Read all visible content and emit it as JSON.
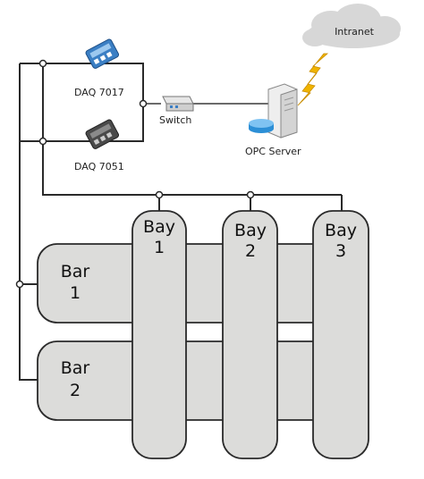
{
  "devices": {
    "daq_top": "DAQ 7017",
    "daq_bottom": "DAQ 7051",
    "switch": "Switch",
    "server": "OPC Server",
    "cloud": "Intranet"
  },
  "bays": [
    {
      "line1": "Bay",
      "line2": "1"
    },
    {
      "line1": "Bay",
      "line2": "2"
    },
    {
      "line1": "Bay",
      "line2": "3"
    }
  ],
  "bars": [
    {
      "line1": "Bar",
      "line2": "1"
    },
    {
      "line1": "Bar",
      "line2": "2"
    }
  ],
  "colors": {
    "pill_fill": "#dcdcda",
    "daq_blue": "#3b7fc4",
    "lightning": "#f0b400",
    "cloud": "#d7d7d7"
  },
  "icons": [
    "daq-module-icon",
    "network-switch-icon",
    "server-icon",
    "cloud-icon",
    "lightning-icon"
  ]
}
